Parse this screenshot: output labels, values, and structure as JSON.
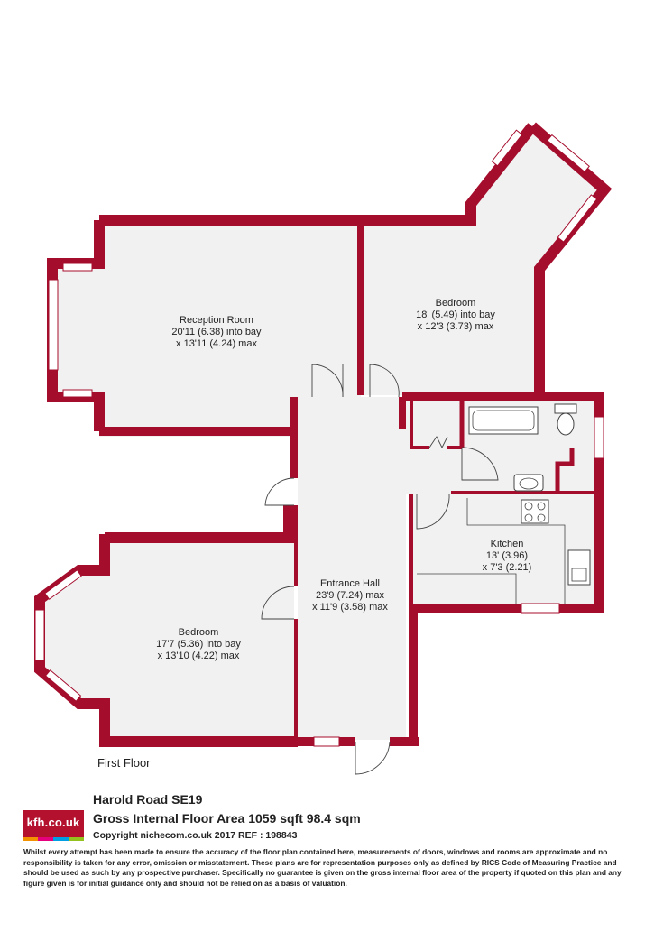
{
  "rooms": {
    "reception": {
      "name": "Reception Room",
      "dim1": "20'11 (6.38) into bay",
      "dim2": "x 13'11 (4.24) max"
    },
    "bedroom_top": {
      "name": "Bedroom",
      "dim1": "18' (5.49) into bay",
      "dim2": "x 12'3 (3.73) max"
    },
    "kitchen": {
      "name": "Kitchen",
      "dim1": "13' (3.96)",
      "dim2": "x 7'3 (2.21)"
    },
    "hall": {
      "name": "Entrance Hall",
      "dim1": "23'9 (7.24) max",
      "dim2": "x 11'9 (3.58) max"
    },
    "bedroom_bottom": {
      "name": "Bedroom",
      "dim1": "17'7 (5.36) into bay",
      "dim2": "x 13'10 (4.22) max"
    }
  },
  "floor_label": "First Floor",
  "footer": {
    "logo_text": "kfh.co.uk",
    "address": "Harold Road  SE19",
    "area": "Gross Internal Floor Area 1059 sqft 98.4 sqm",
    "copyright": "Copyright nichecom.co.uk 2017 REF : 198843",
    "disclaimer": "Whilst every attempt has been made to ensure the accuracy of the floor plan contained here, measurements of doors, windows and rooms are approximate and no responsibility is taken for any error, omission or misstatement.  These plans are for representation purposes only as defined by RICS Code of Measuring Practice and should be used as such by any prospective purchaser.  Specifically no guarantee is given on the gross internal floor area of the property if quoted on this plan and any figure given is for initial guidance only and should not be relied on as a basis of valuation."
  },
  "colors": {
    "wall": "#a50d2d",
    "floor": "#f1f1f1",
    "window": "#ffffff",
    "logo_bg": "#b3112e"
  },
  "logo_strip_colors": [
    "#f39200",
    "#e6007e",
    "#009fe3",
    "#95c11f"
  ]
}
